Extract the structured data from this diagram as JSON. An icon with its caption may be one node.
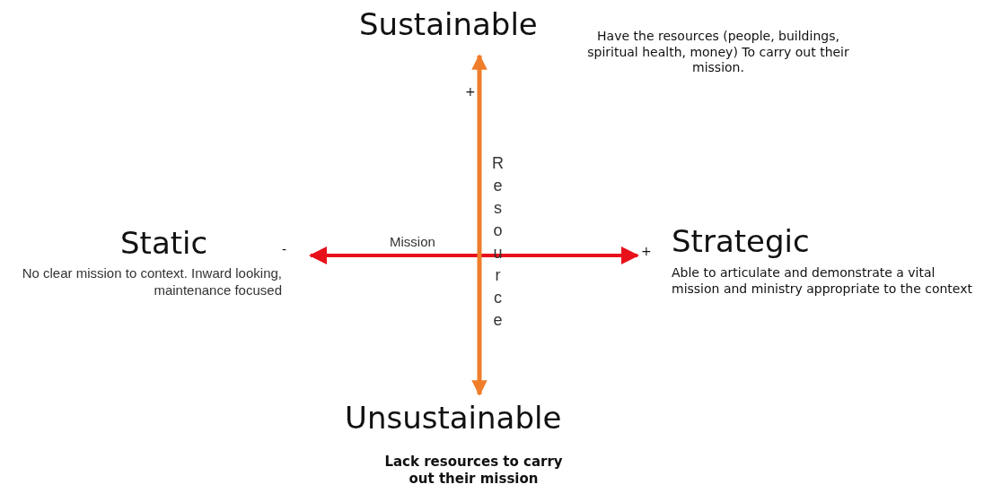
{
  "diagram": {
    "labels": [
      "Sustainable",
      "Have the resources (people, buildings, spiritual health, money) To carry out their mission.",
      "+",
      "Resource",
      "Static",
      "-",
      "Mission",
      "+",
      "Strategic",
      "No clear mission to context. Inward looking, maintenance focused",
      "Able to articulate and demonstrate a vital mission and ministry appropriate to the context",
      "Unsustainable",
      "Lack resources to carry out their mission"
    ]
  }
}
